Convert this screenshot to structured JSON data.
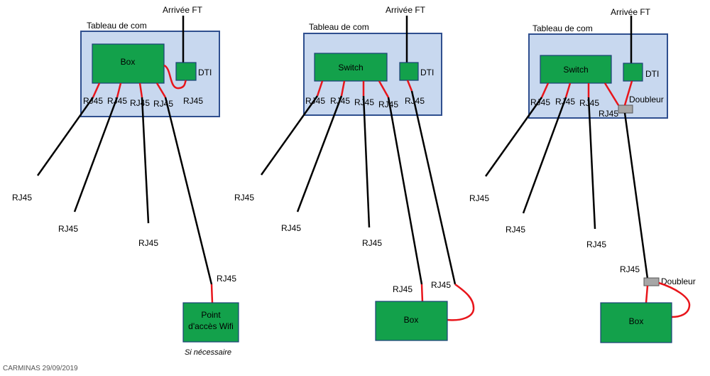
{
  "diagrams": [
    {
      "panel_title": "Tableau de com",
      "arrival": "Arrivée FT",
      "main_box": "Box",
      "dti": "DTI",
      "panel_ports": [
        "RJ45",
        "RJ45",
        "RJ45",
        "RJ45",
        "RJ45"
      ],
      "cable_ends": [
        "RJ45",
        "RJ45",
        "RJ45",
        "RJ45"
      ],
      "wifi_box": "Point d'accès Wifi",
      "wifi_note": "Si nécessaire"
    },
    {
      "panel_title": "Tableau de com",
      "arrival": "Arrivée FT",
      "main_box": "Switch",
      "dti": "DTI",
      "panel_ports": [
        "RJ45",
        "RJ45",
        "RJ45",
        "RJ45",
        "RJ45"
      ],
      "cable_ends": [
        "RJ45",
        "RJ45",
        "RJ45",
        "RJ45",
        "RJ45"
      ],
      "box": "Box"
    },
    {
      "panel_title": "Tableau de com",
      "arrival": "Arrivée FT",
      "main_box": "Switch",
      "dti": "DTI",
      "doubler_label": "Doubleur",
      "panel_ports": [
        "RJ45",
        "RJ45",
        "RJ45"
      ],
      "doubler_port": "RJ45",
      "cable_ends": [
        "RJ45",
        "RJ45",
        "RJ45",
        "RJ45"
      ],
      "doubler2_label": "Doubleur",
      "box": "Box"
    }
  ],
  "footer": "CARMINAS 29/09/2019"
}
